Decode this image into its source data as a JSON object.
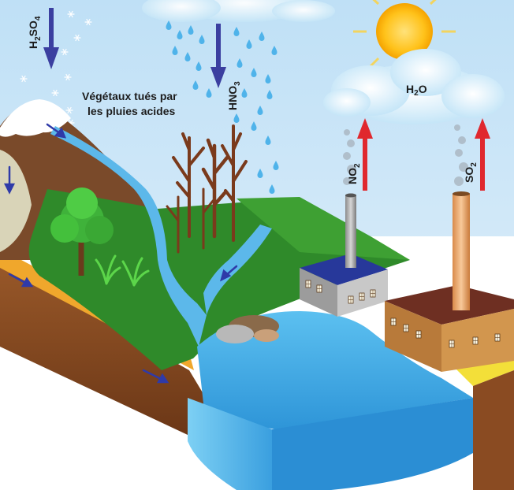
{
  "labels": {
    "h2so4": {
      "base": "H",
      "sub1": "2",
      "mid": "SO",
      "sub2": "4"
    },
    "hno3": {
      "base": "HNO",
      "sub": "3"
    },
    "no2": {
      "base": "NO",
      "sub": "2"
    },
    "so2": {
      "base": "SO",
      "sub": "2"
    },
    "h2o": {
      "base": "H",
      "sub": "2",
      "end": "O"
    },
    "caption_line1": "Végétaux tués par",
    "caption_line2": "les pluies acides"
  },
  "colors": {
    "sky": "#cfe6f6",
    "grass": "#2f8a2a",
    "water": "#3fa9e6",
    "soil": "#8a4b22",
    "sand": "#f0a72c",
    "acid_rain_arrow": "#3b3fa0",
    "emission_arrow": "#e0282e",
    "sun": "#ffcf1f",
    "factory_wall": "#b87a3a",
    "factory_roof": "#6e2f22",
    "small_factory_roof": "#27389a"
  },
  "icons": [
    "sun-icon",
    "cloud-icon",
    "snowflake-icon",
    "raindrop-icon",
    "dead-tree-icon",
    "green-tree-icon",
    "chimney-icon",
    "factory-icon",
    "rock-icon"
  ]
}
